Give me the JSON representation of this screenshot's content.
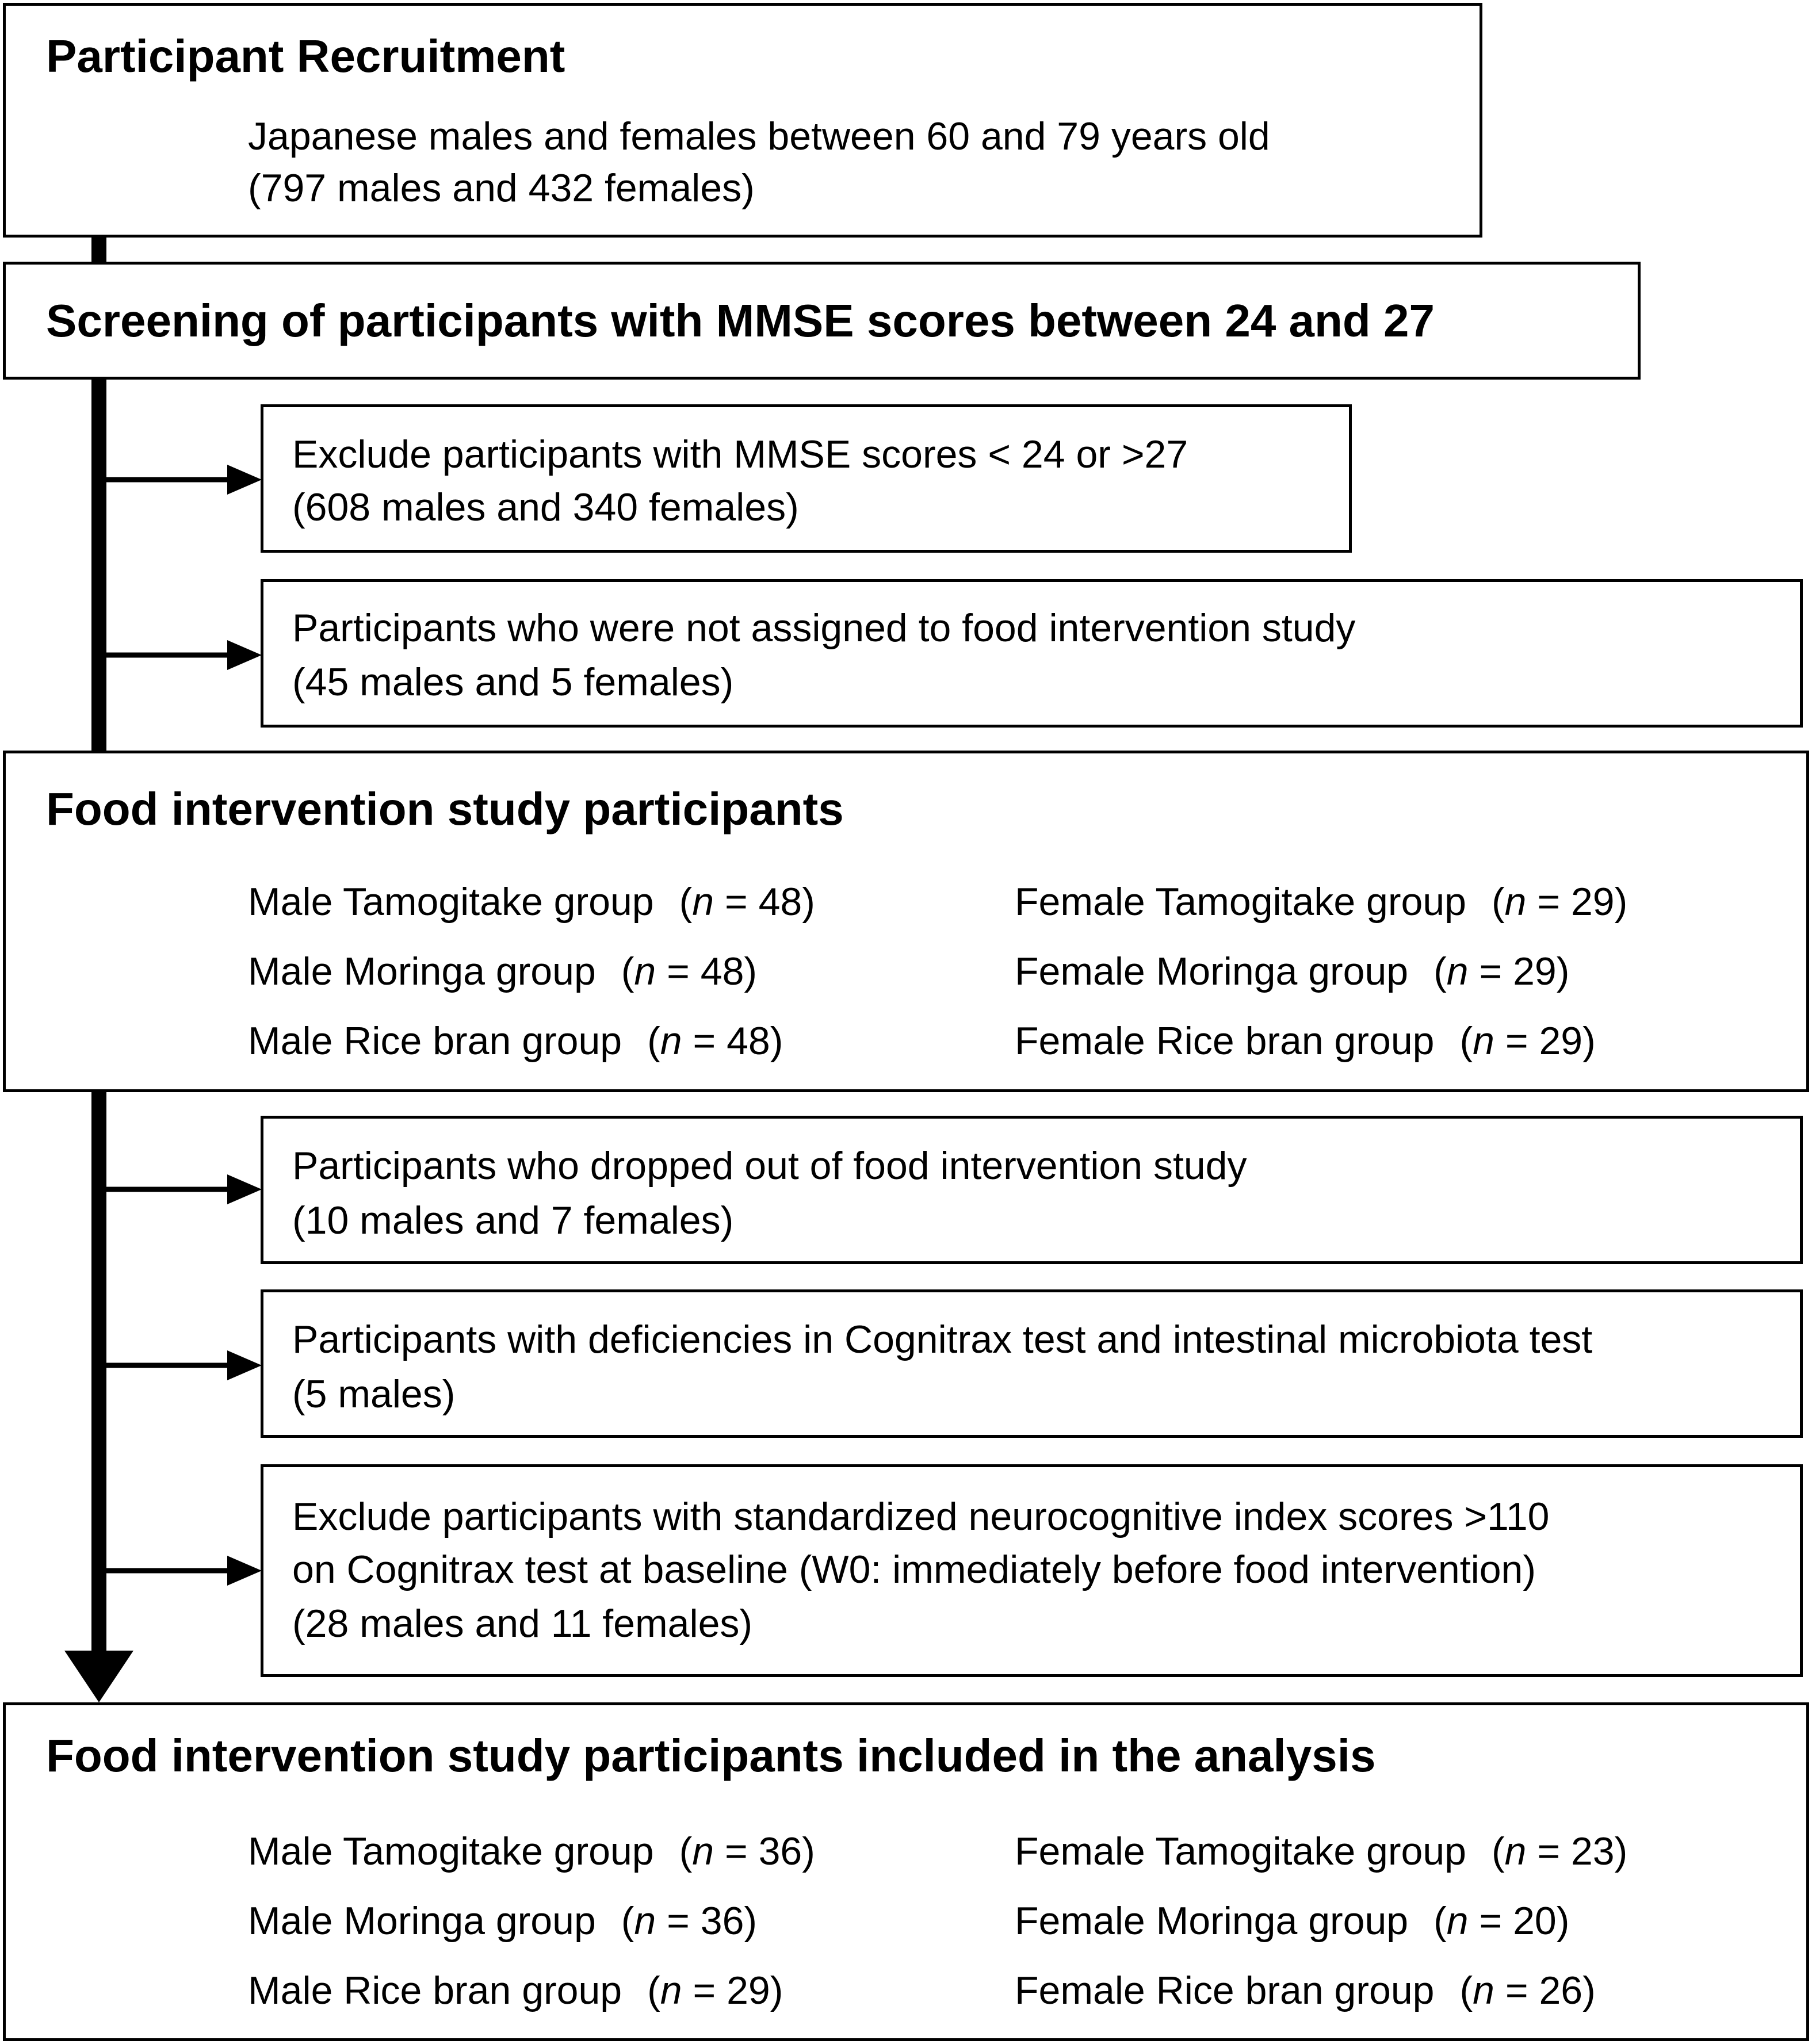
{
  "recruitment": {
    "title": "Participant Recruitment",
    "line1": "Japanese males and females between 60 and 79 years old",
    "line2": "(797 males and 432 females)"
  },
  "screening": {
    "title": "Screening of participants with MMSE scores between 24 and 27"
  },
  "exclusion_mmse": {
    "line1": "Exclude participants with MMSE scores < 24 or >27",
    "line2": " (608 males and 340 females)"
  },
  "not_assigned": {
    "line1": "Participants who were not assigned to food intervention study",
    "line2": " (45 males and 5 females)"
  },
  "intervention": {
    "title": "Food intervention study participants",
    "groups": [
      {
        "label": "Male Tamogitake group",
        "n": "48"
      },
      {
        "label": "Female Tamogitake group",
        "n": "29"
      },
      {
        "label": "Male Moringa group",
        "n": "48"
      },
      {
        "label": "Female Moringa group",
        "n": "29"
      },
      {
        "label": "Male Rice bran group",
        "n": "48"
      },
      {
        "label": "Female Rice bran group",
        "n": "29"
      }
    ]
  },
  "dropped_out": {
    "line1": "Participants who dropped out of food intervention study",
    "line2": "(10 males and 7 females)"
  },
  "deficiencies": {
    "line1": "Participants with deficiencies in Cognitrax test and intestinal microbiota test",
    "line2": "(5 males)"
  },
  "exclusion_nci": {
    "line1": "Exclude participants with standardized neurocognitive index scores >110",
    "line2": "on Cognitrax test at baseline (W0: immediately before food intervention)",
    "line3": "(28 males and 11 females)"
  },
  "analysis": {
    "title": "Food intervention study participants included in the analysis",
    "groups": [
      {
        "label": "Male Tamogitake group",
        "n": "36"
      },
      {
        "label": "Female Tamogitake group",
        "n": "23"
      },
      {
        "label": "Male Moringa group",
        "n": "36"
      },
      {
        "label": "Female Moringa group",
        "n": "20"
      },
      {
        "label": "Male Rice bran group",
        "n": "29"
      },
      {
        "label": "Female Rice bran group",
        "n": "26"
      }
    ]
  },
  "n_label": "n",
  "colors": {
    "stroke": "#000000",
    "background": "#ffffff"
  }
}
